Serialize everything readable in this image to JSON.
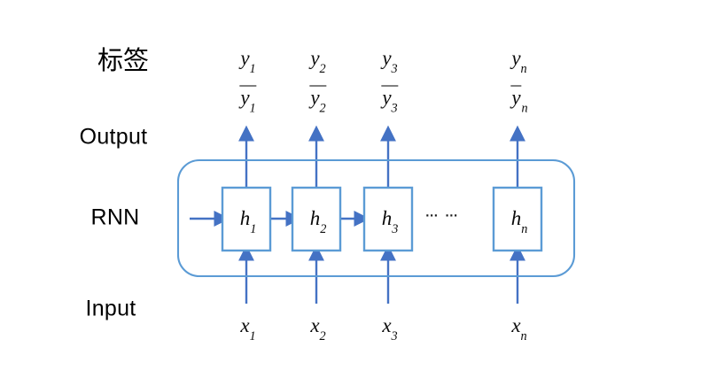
{
  "colors": {
    "arrow": "#4472C4",
    "box_border": "#5B9BD5",
    "frame_border": "#5B9BD5",
    "text": "#000000"
  },
  "side_labels": {
    "tag": "标签",
    "output": "Output",
    "rnn": "RNN",
    "input": "Input"
  },
  "dots": "… …",
  "columns": [
    {
      "y": {
        "base": "y",
        "sub": "1"
      },
      "ybar": {
        "base": "y",
        "sub": "1"
      },
      "h": {
        "base": "h",
        "sub": "1"
      },
      "x": {
        "base": "x",
        "sub": "1"
      }
    },
    {
      "y": {
        "base": "y",
        "sub": "2"
      },
      "ybar": {
        "base": "y",
        "sub": "2"
      },
      "h": {
        "base": "h",
        "sub": "2"
      },
      "x": {
        "base": "x",
        "sub": "2"
      }
    },
    {
      "y": {
        "base": "y",
        "sub": "3"
      },
      "ybar": {
        "base": "y",
        "sub": "3"
      },
      "h": {
        "base": "h",
        "sub": "3"
      },
      "x": {
        "base": "x",
        "sub": "3"
      }
    },
    {
      "y": {
        "base": "y",
        "sub": "n"
      },
      "ybar": {
        "base": "y",
        "sub": "n"
      },
      "h": {
        "base": "h",
        "sub": "n"
      },
      "x": {
        "base": "x",
        "sub": "n"
      }
    }
  ]
}
